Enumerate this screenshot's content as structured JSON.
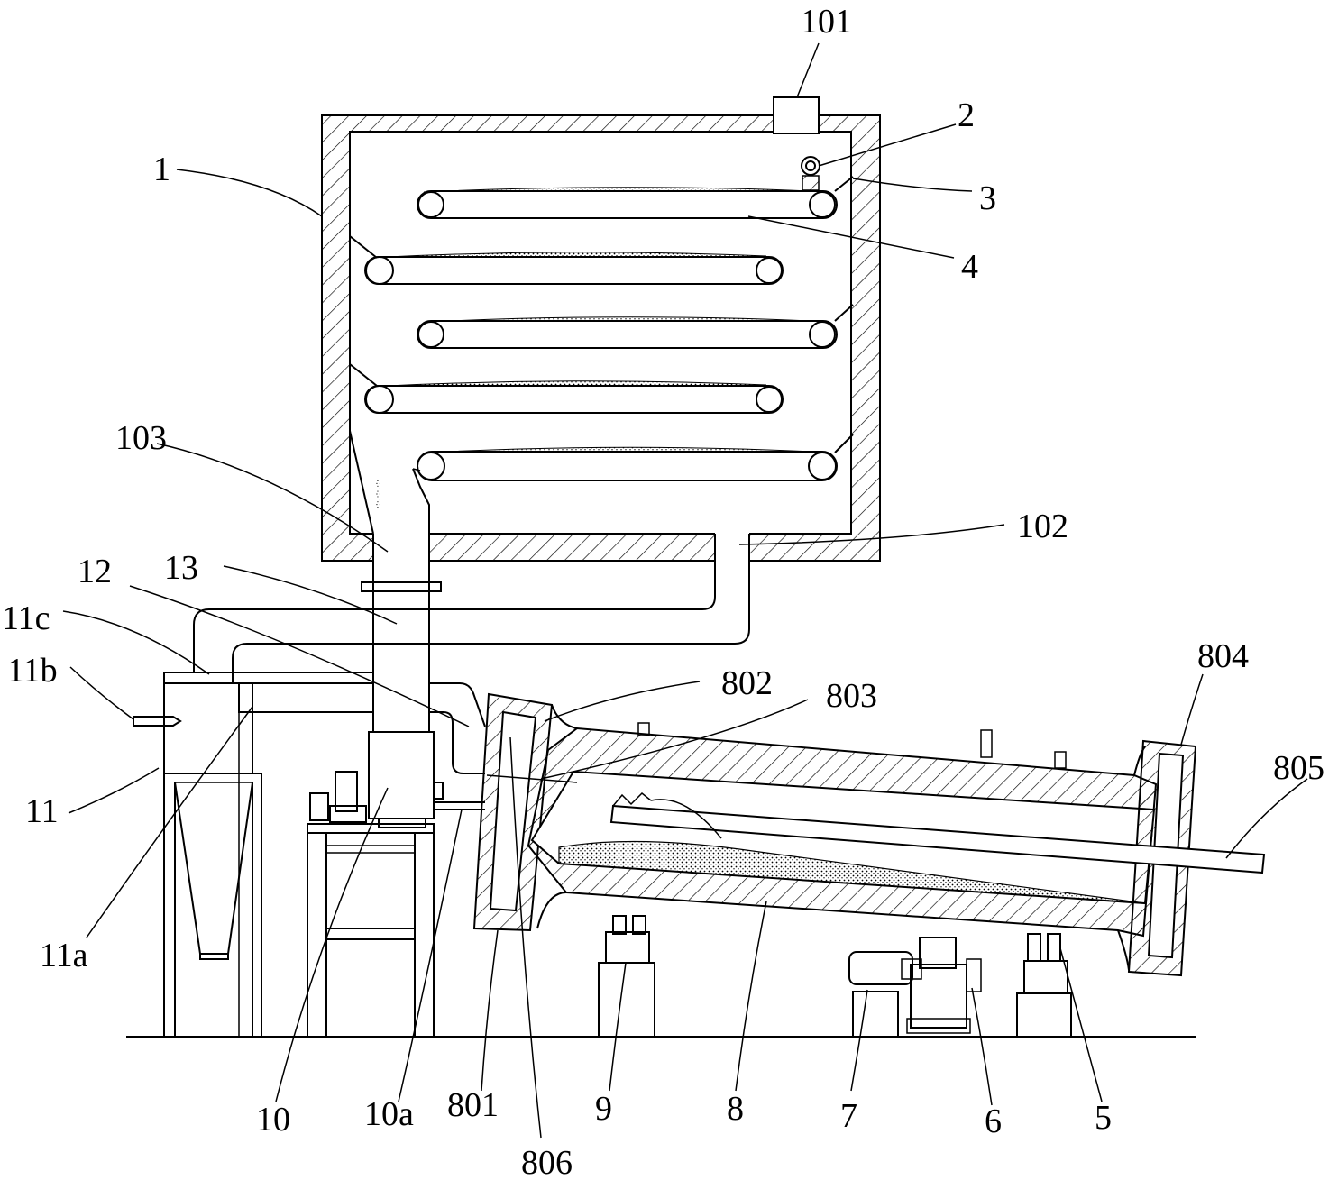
{
  "labels": {
    "l101": "101",
    "l2": "2",
    "l1": "1",
    "l3": "3",
    "l4": "4",
    "l103": "103",
    "l102": "102",
    "l12": "12",
    "l13": "13",
    "l11c": "11c",
    "l11b": "11b",
    "l11": "11",
    "l11a": "11a",
    "l802": "802",
    "l803": "803",
    "l804": "804",
    "l805": "805",
    "l10": "10",
    "l10a": "10a",
    "l801": "801",
    "l806": "806",
    "l9": "9",
    "l8": "8",
    "l7": "7",
    "l6": "6",
    "l5": "5"
  }
}
